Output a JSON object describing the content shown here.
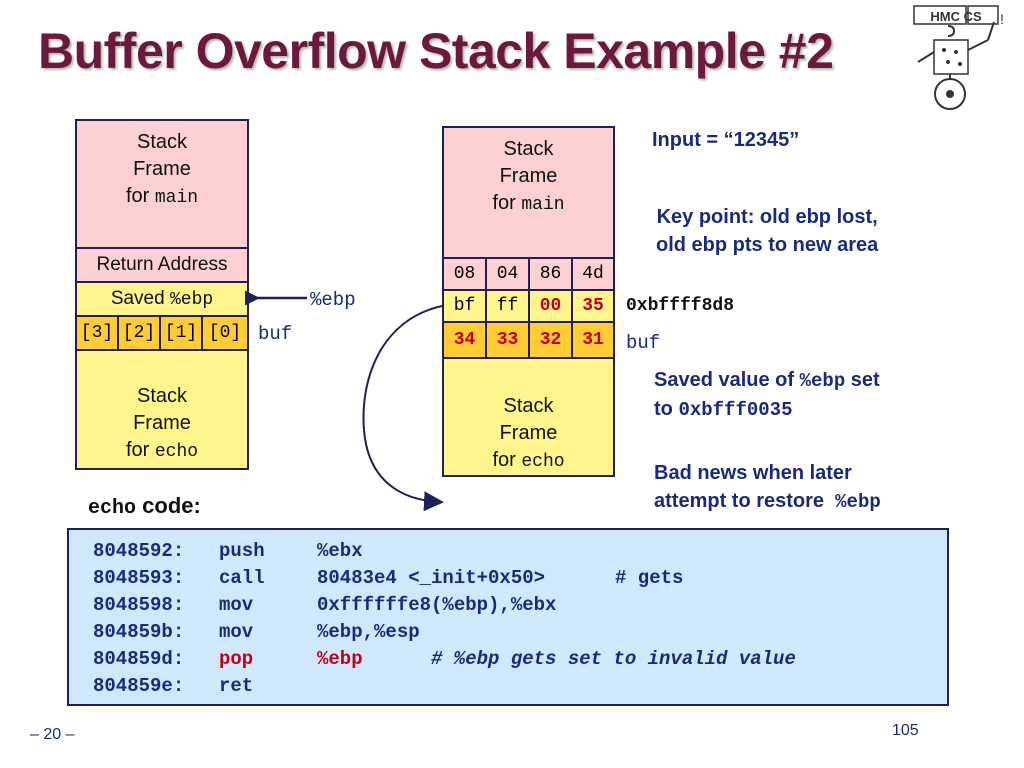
{
  "title": "Buffer Overflow Stack Example #2",
  "logo": {
    "text": "HMC CS"
  },
  "left_stack": {
    "main_frame": {
      "line1": "Stack",
      "line2": "Frame",
      "for": "for",
      "name": "main"
    },
    "return_address": "Return Address",
    "saved_ebp_label": "Saved",
    "saved_ebp_reg": "%ebp",
    "buf_cells": [
      "[3]",
      "[2]",
      "[1]",
      "[0]"
    ],
    "echo_frame": {
      "line1": "Stack",
      "line2": "Frame",
      "for": "for",
      "name": "echo"
    },
    "ebp_pointer_label": "%ebp",
    "buf_label": "buf"
  },
  "right_stack": {
    "main_frame": {
      "line1": "Stack",
      "line2": "Frame",
      "for": "for",
      "name": "main"
    },
    "row_return": [
      "08",
      "04",
      "86",
      "4d"
    ],
    "row_ebp": [
      "bf",
      "ff",
      "00",
      "35"
    ],
    "row_buf": [
      "34",
      "33",
      "32",
      "31"
    ],
    "echo_frame": {
      "line1": "Stack",
      "line2": "Frame",
      "for": "for",
      "name": "echo"
    },
    "addr_label": "0xbffff8d8",
    "buf_label": "buf"
  },
  "notes": {
    "input_prefix": "Input = ",
    "input_value": "“12345”",
    "key_point_1": "Key point: old ebp lost,",
    "key_point_2": "old ebp pts to new area",
    "saved_value_1": "Saved value of",
    "saved_value_reg": "%ebp",
    "saved_value_2": "set",
    "saved_value_to": "to",
    "saved_value_addr": "0xbfff0035",
    "bad_news_1": "Bad news when later",
    "bad_news_2": "attempt to restore",
    "bad_news_reg": "%ebp"
  },
  "code_caption": {
    "mono": "echo",
    "text": "code:"
  },
  "code_lines": [
    {
      "addr": "8048592:",
      "op": "push",
      "args": "%ebx",
      "comment": ""
    },
    {
      "addr": "8048593:",
      "op": "call",
      "args": "80483e4 <_init+0x50>",
      "comment": "# gets"
    },
    {
      "addr": "8048598:",
      "op": "mov",
      "args": "0xffffffe8(%ebp),%ebx",
      "comment": ""
    },
    {
      "addr": "804859b:",
      "op": "mov",
      "args": "%ebp,%esp",
      "comment": ""
    },
    {
      "addr": "804859d:",
      "op": "pop",
      "args": "%ebp",
      "comment": "# %ebp gets set to invalid value"
    },
    {
      "addr": "804859e:",
      "op": "ret",
      "args": "",
      "comment": ""
    }
  ],
  "footer": {
    "page": "– 20 –",
    "number": "105"
  },
  "colors": {
    "title": "#6b1a3e",
    "text_blue": "#1a2a7a",
    "highlight_red": "#c0001a",
    "pink": "#fdd0d4",
    "yellow": "#fff58c",
    "orange": "#ffcc33",
    "code_bg": "#cfe8fb"
  }
}
